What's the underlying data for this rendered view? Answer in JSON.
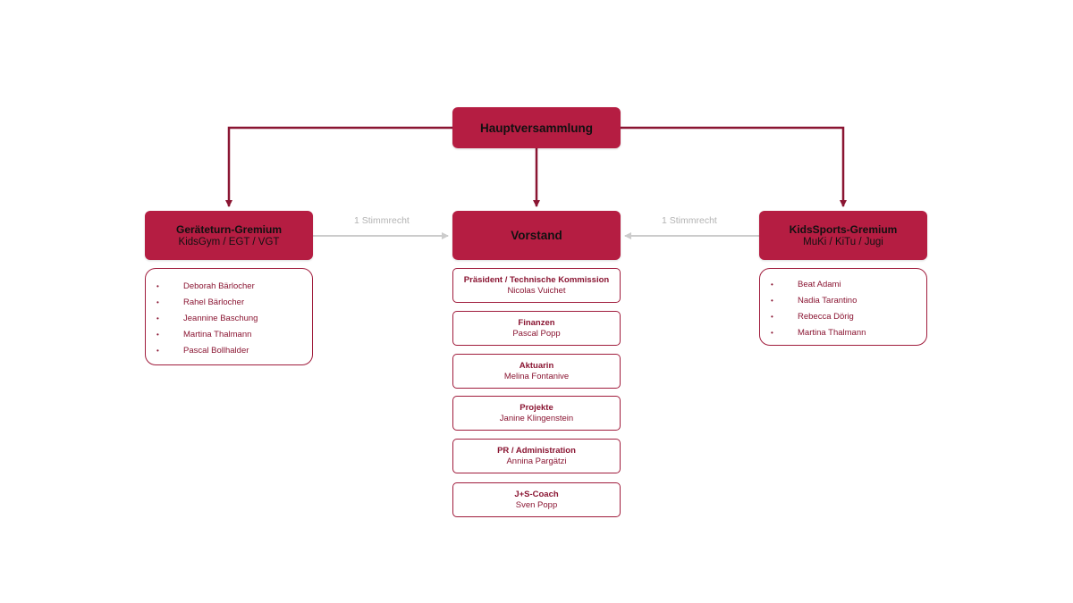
{
  "top": {
    "title": "Hauptversammlung"
  },
  "left_committee": {
    "title": "Geräteturn-Gremium",
    "subtitle": "KidsGym / EGT / VGT",
    "members": [
      "Deborah Bärlocher",
      "Rahel Bärlocher",
      "Jeannine Baschung",
      "Martina Thalmann",
      "Pascal Bollhalder"
    ]
  },
  "board": {
    "title": "Vorstand",
    "roles": [
      {
        "role": "Präsident / Technische Kommission",
        "person": "Nicolas Vuichet"
      },
      {
        "role": "Finanzen",
        "person": "Pascal Popp"
      },
      {
        "role": "Aktuarin",
        "person": "Melina Fontanive"
      },
      {
        "role": "Projekte",
        "person": "Janine Klingenstein"
      },
      {
        "role": "PR / Administration",
        "person": "Annina Pargätzi"
      },
      {
        "role": "J+S-Coach",
        "person": "Sven Popp"
      }
    ]
  },
  "right_committee": {
    "title": "KidsSports-Gremium",
    "subtitle": "MuKi / KiTu / Jugi",
    "members": [
      "Beat Adami",
      "Nadia Tarantino",
      "Rebecca Dörig",
      "Martina Thalmann"
    ]
  },
  "vote_labels": {
    "left": "1 Stimmrecht",
    "right": "1 Stimmrecht"
  },
  "bullet_glyph": "•",
  "colors": {
    "primary": "#b51d42",
    "line": "#8a1532",
    "gray_arrow": "#cccccc",
    "text_dark": "#8a1532"
  }
}
